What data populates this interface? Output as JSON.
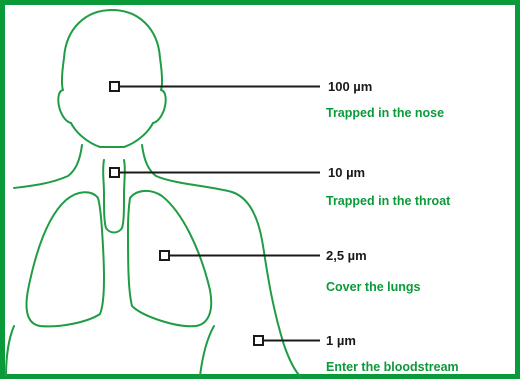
{
  "colors": {
    "accent": "#0b9a3a",
    "text": "#1a1a1a",
    "background": "#ffffff"
  },
  "callouts": [
    {
      "size": "100 µm",
      "description": "Trapped in the nose"
    },
    {
      "size": "10 µm",
      "description": "Trapped in the throat"
    },
    {
      "size": "2,5 µm",
      "description": "Cover the lungs"
    },
    {
      "size": "1 µm",
      "description": "Enter the bloodstream"
    }
  ]
}
